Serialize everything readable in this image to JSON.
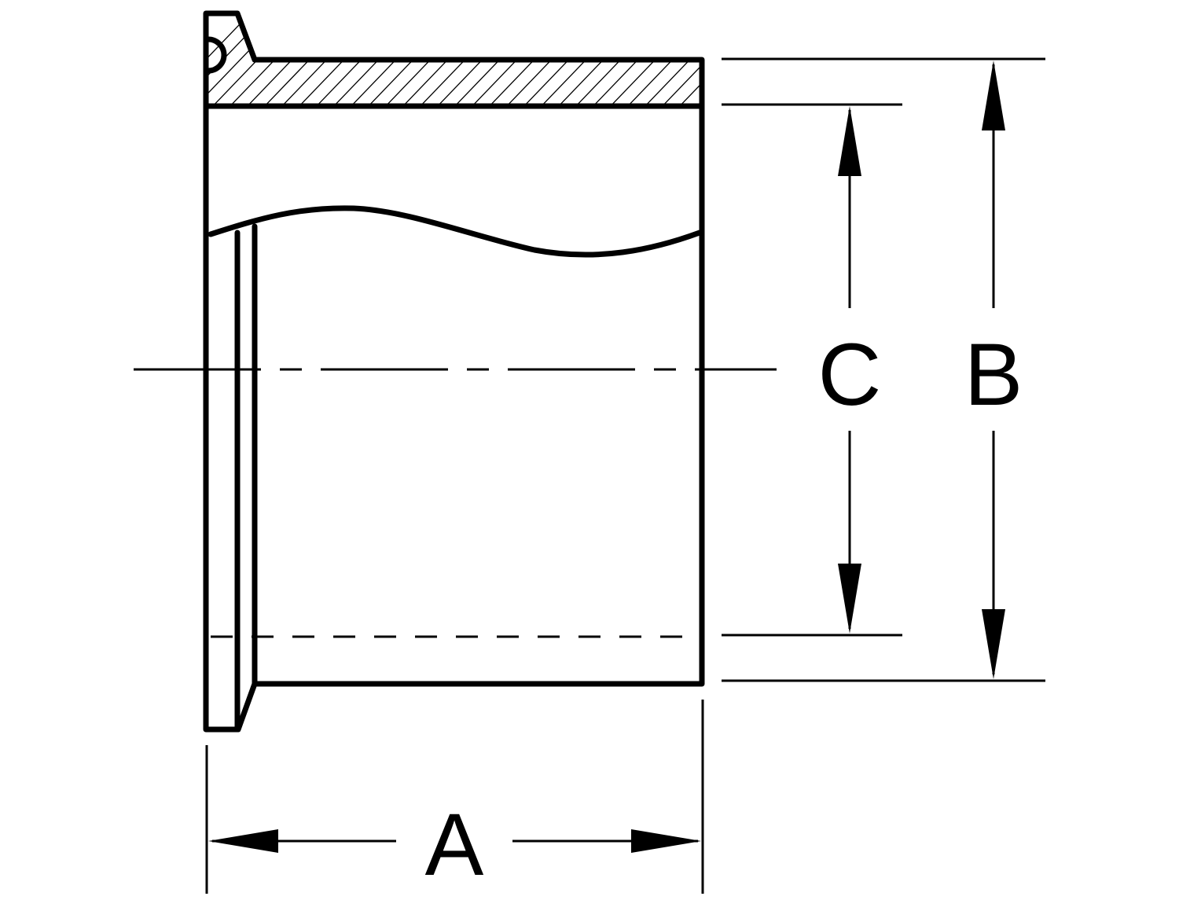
{
  "drawing": {
    "labels": {
      "a": "A",
      "b": "B",
      "c": "C"
    },
    "colors": {
      "line": "#000000",
      "background": "#ffffff"
    }
  }
}
